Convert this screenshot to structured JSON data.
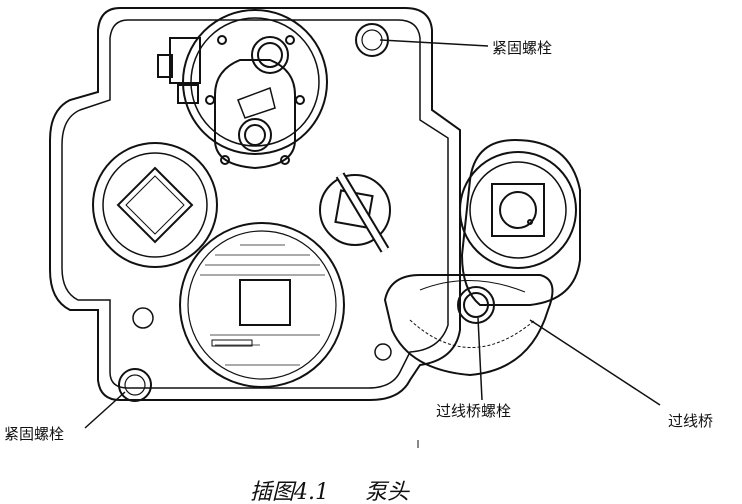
{
  "labels": {
    "bolt_top": "紧固螺栓",
    "bolt_bottom": "紧固螺栓",
    "bridge_bolt": "过线桥螺栓",
    "bridge": "过线桥"
  },
  "caption": {
    "figure": "插图4.1",
    "title": "泵头"
  }
}
